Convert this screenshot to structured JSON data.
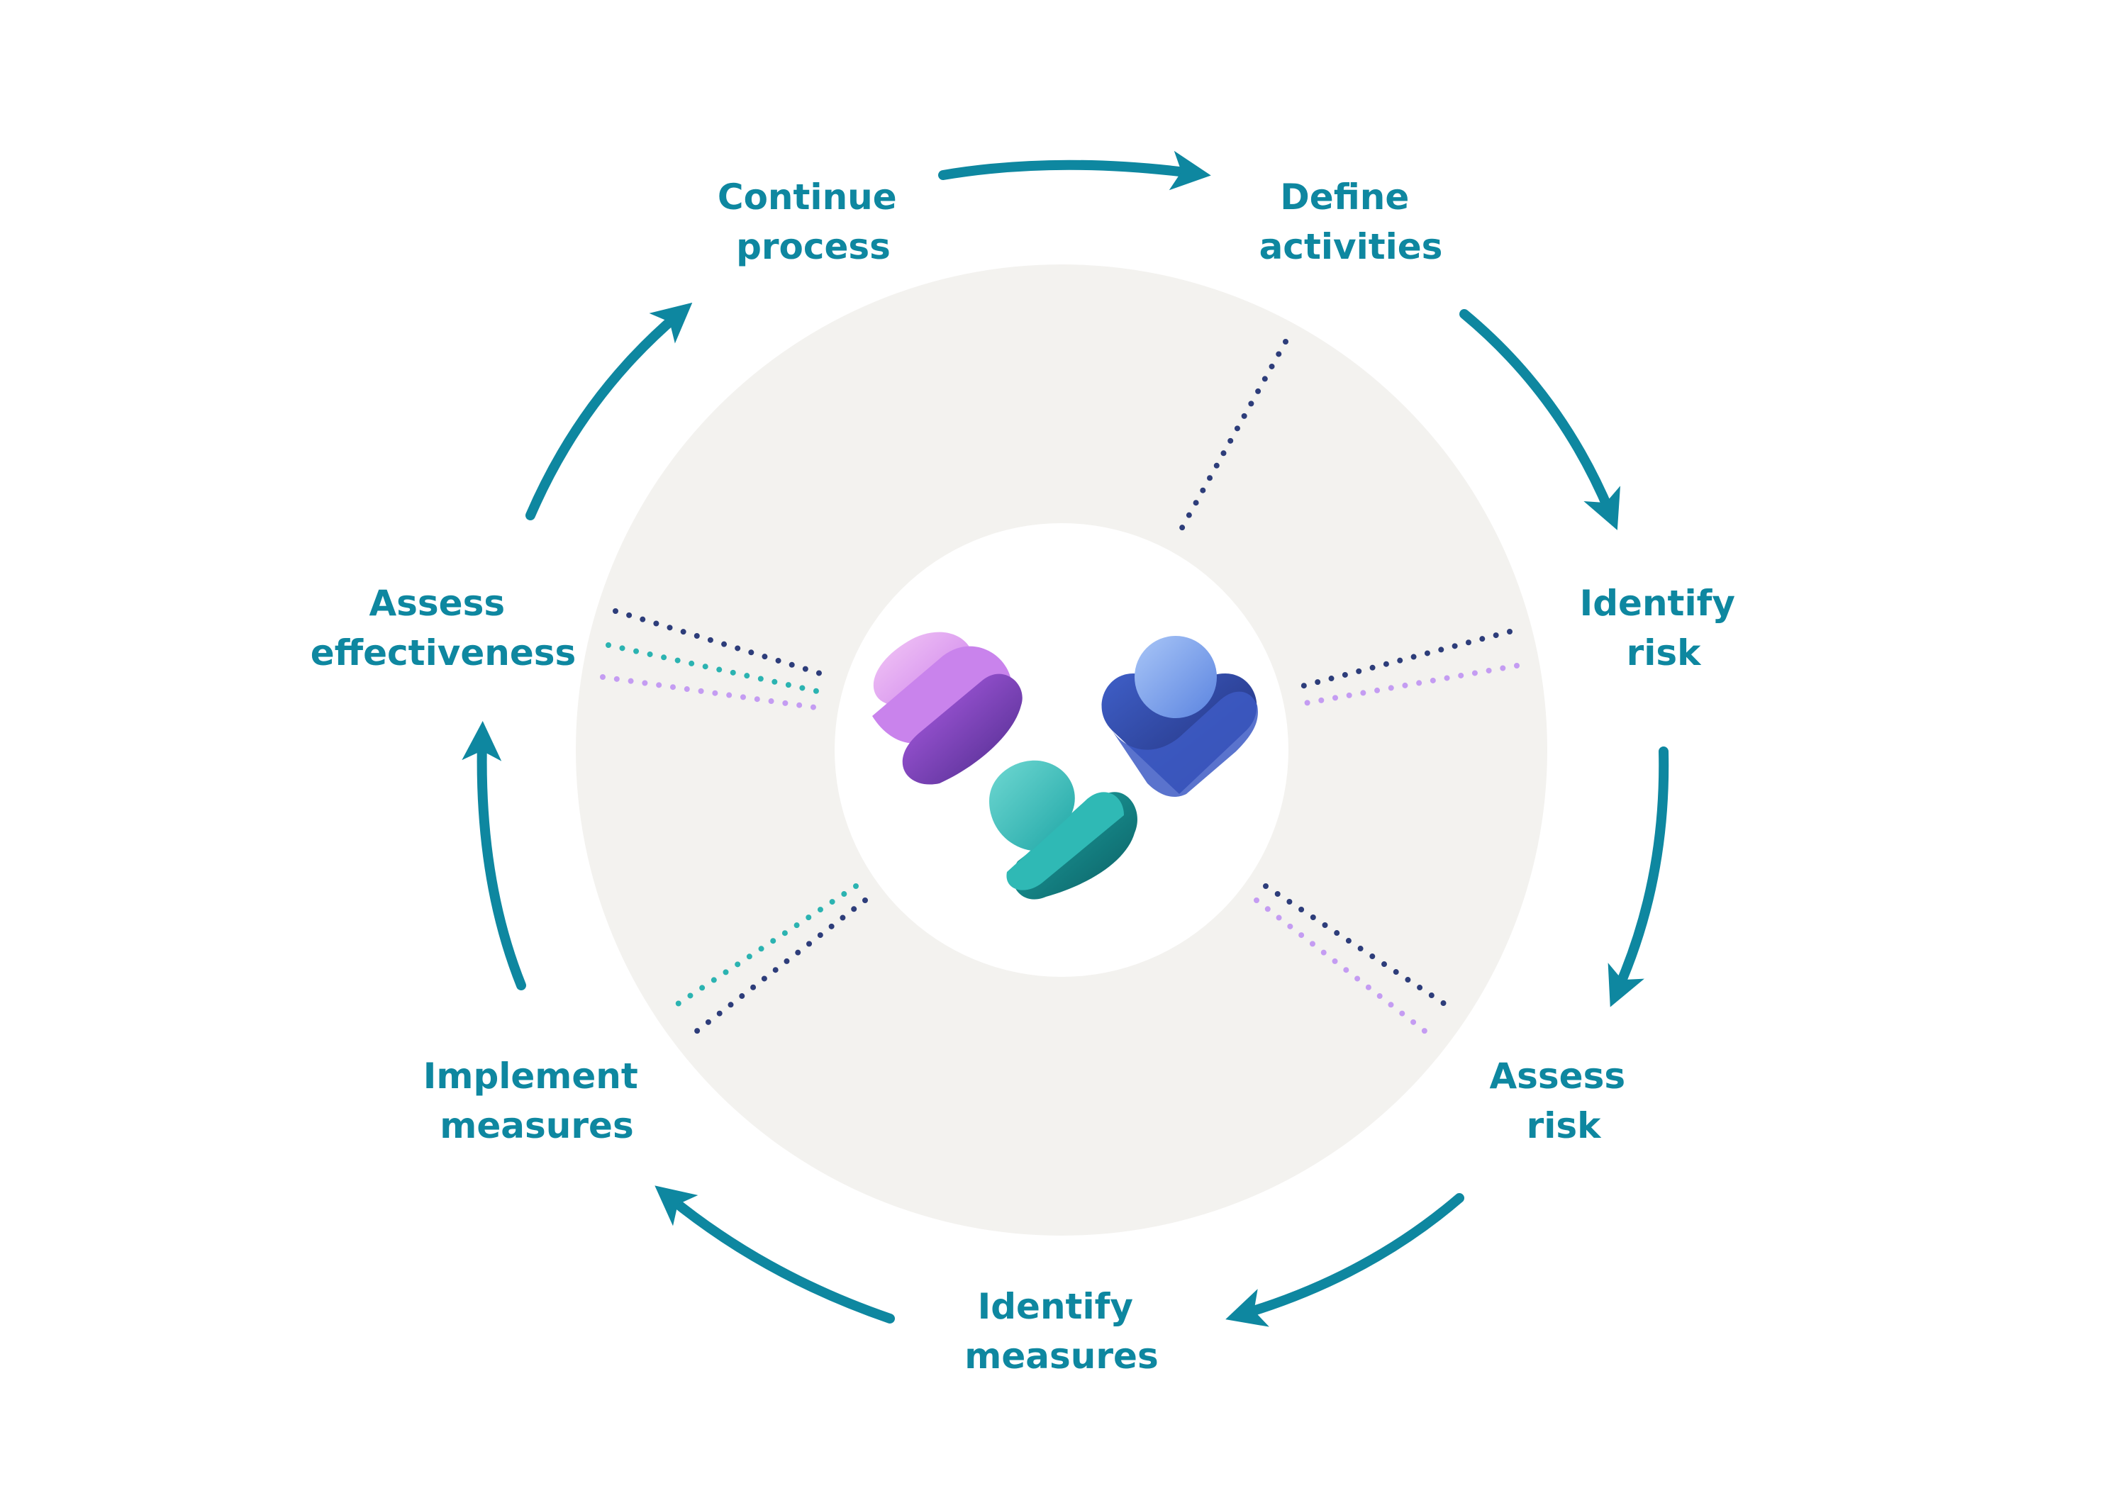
{
  "colors": {
    "accent": "#0e87a0",
    "ring": "#f3f2ef",
    "dot_navy": "#2d3d7a",
    "dot_teal": "#2bb3b1",
    "dot_lilac": "#c49cf2"
  },
  "steps": [
    {
      "line1": "Define",
      "line2": "activities"
    },
    {
      "line1": "Identify",
      "line2": "risk"
    },
    {
      "line1": "Assess",
      "line2": "risk"
    },
    {
      "line1": "Identify",
      "line2": "measures"
    },
    {
      "line1": "Implement",
      "line2": "measures"
    },
    {
      "line1": "Assess",
      "line2": "effectiveness"
    },
    {
      "line1": "Continue",
      "line2": "process"
    }
  ],
  "icons": [
    "purple-ribbon-logo",
    "blue-heart-logo",
    "teal-ribbon-logo"
  ]
}
